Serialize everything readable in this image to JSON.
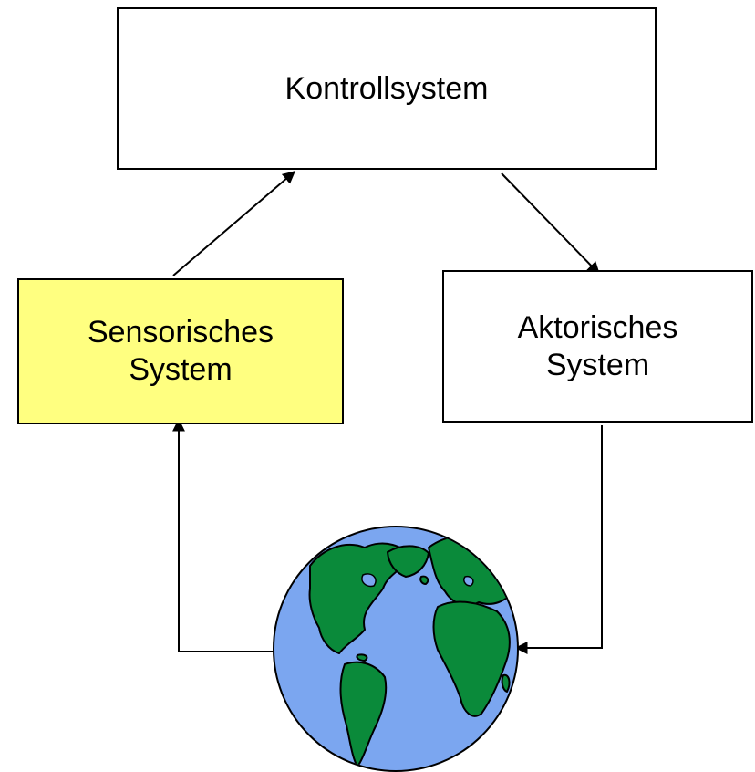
{
  "diagram": {
    "control_system": {
      "label": "Kontrollsystem"
    },
    "sensory_system": {
      "line1": "Sensorisches",
      "line2": "System",
      "fill": "#ffff80"
    },
    "actuator_system": {
      "line1": "Aktorisches",
      "line2": "System"
    }
  },
  "globe": {
    "icon": "globe-icon",
    "ocean_color": "#7ba6f0",
    "land_color": "#0a8a3a"
  },
  "colors": {
    "stroke": "#000000",
    "box_fill": "#ffffff"
  }
}
